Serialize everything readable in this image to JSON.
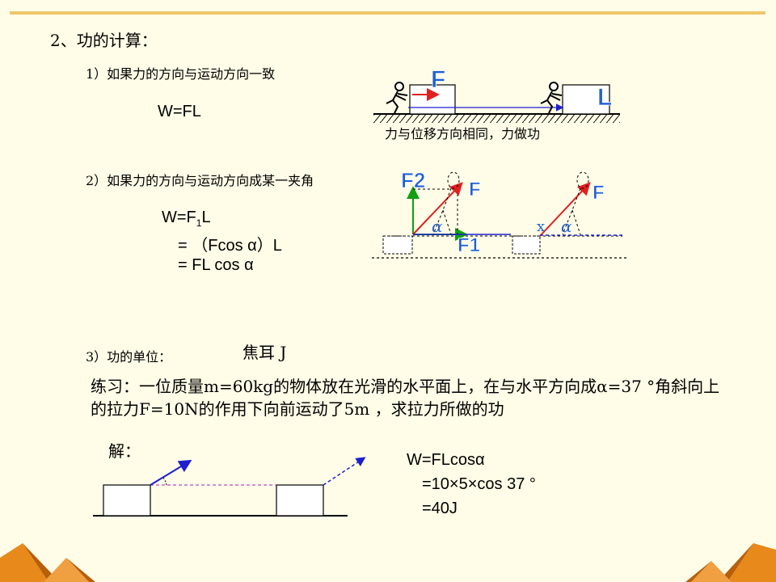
{
  "slide": {
    "heading": "2、功的计算：",
    "case1": {
      "title": "1）如果力的方向与运动方向一致",
      "formula": "W=FL",
      "fig_label_F": "F",
      "fig_label_L": "L",
      "fig_caption": "力与位移方向相同，力做功"
    },
    "case2": {
      "title": "2）如果力的方向与运动方向成某一夹角",
      "formula_line1_pre": "W=F",
      "formula_line1_sub": "1",
      "formula_line1_post": "L",
      "formula_line2": "=  （Fcos α）L",
      "formula_line3": "= FL cos α",
      "fig_label_F2": "F2",
      "fig_label_F": "F",
      "fig_label_F1": "F1",
      "fig_label_alpha": "α",
      "fig_label_x": "x"
    },
    "case3": {
      "title": "3）功的单位：",
      "unit": "焦耳   J"
    },
    "exercise": {
      "line1": "练习：一位质量m=60kg的物体放在光滑的水平面上，在与水平方向成α=37 °角斜向上",
      "line2": "的拉力F=10N的作用下向前运动了5m ，求拉力所做的功"
    },
    "solution": {
      "label": "解：",
      "line1": "W=FLcosα",
      "line2": "=10×5×cos 37 °",
      "line3": "=40J"
    }
  },
  "colors": {
    "background": "#fffde7",
    "accent_orange": "#e8891c",
    "arrow_blue": "#1e1ecf",
    "arrow_red": "#e02020",
    "arrow_green": "#10a010",
    "label_blue": "#2060d0"
  },
  "icons": [
    "person-pushing-icon",
    "pyramid-decoration-icon"
  ]
}
